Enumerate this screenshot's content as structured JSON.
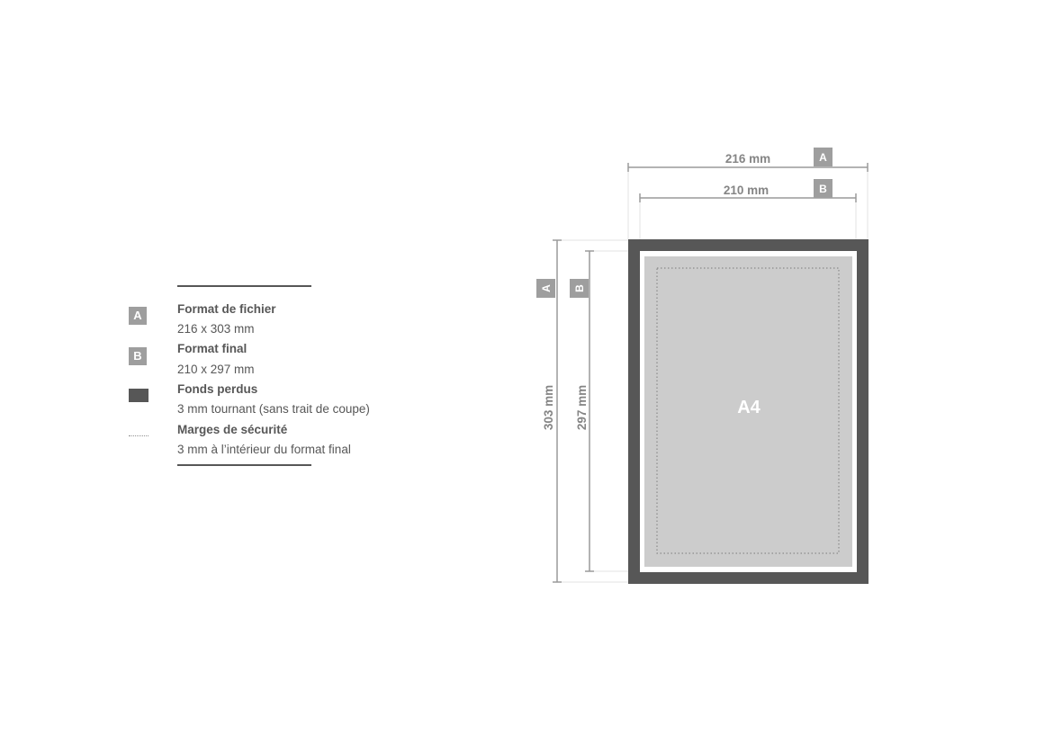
{
  "legend": {
    "items": [
      {
        "badge": "A",
        "title": "Format de fichier",
        "desc": "216 x 303 mm"
      },
      {
        "badge": "B",
        "title": "Format final",
        "desc": "210 x 297 mm"
      },
      {
        "badge": "",
        "title": "Fonds perdus",
        "desc": "3 mm tournant (sans trait de coupe)"
      },
      {
        "badge": "",
        "title": "Marges de sécurité",
        "desc": "3 mm à l’intérieur du format final"
      }
    ]
  },
  "diagram": {
    "width_a_label": "216 mm",
    "width_b_label": "210 mm",
    "height_a_label": "303 mm",
    "height_b_label": "297 mm",
    "badge_a": "A",
    "badge_b": "B",
    "center_label": "A4"
  },
  "colors": {
    "bleed": "#575757",
    "badge": "#9e9e9e",
    "content": "#cccccc",
    "dimension_lines": "#9a9a9a",
    "text": "#575757"
  }
}
